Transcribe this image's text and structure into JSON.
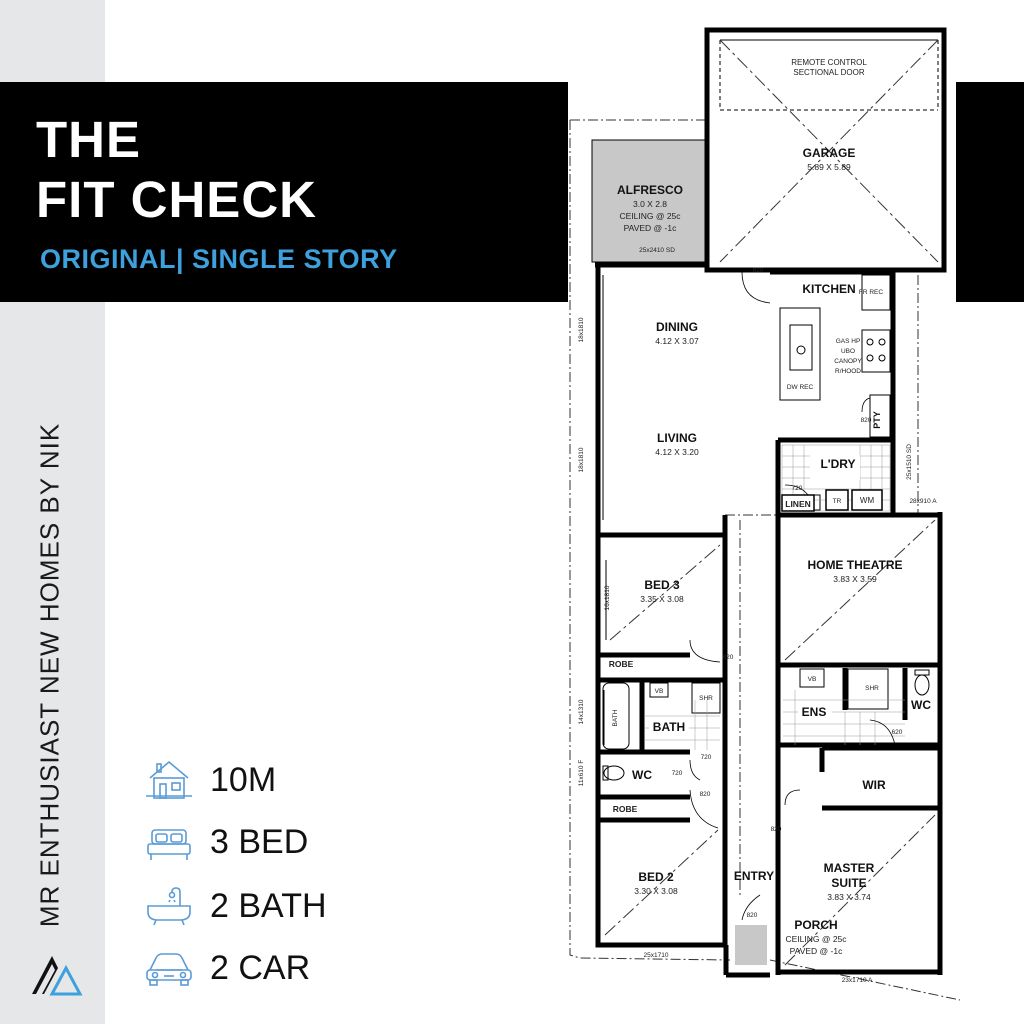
{
  "header": {
    "title_line1": "THE",
    "title_line2": "FIT CHECK",
    "subtitle": "ORIGINAL| SINGLE STORY"
  },
  "sidebar": {
    "vertical_text": "MR ENTHUSIAST NEW HOMES BY NIK"
  },
  "specs": [
    {
      "icon": "house-width-icon",
      "label": "10M"
    },
    {
      "icon": "bed-icon",
      "label": "3 BED"
    },
    {
      "icon": "bathtub-icon",
      "label": "2 BATH"
    },
    {
      "icon": "car-icon",
      "label": "2 CAR"
    }
  ],
  "colors": {
    "banner": "#000000",
    "accent": "#3ea0dd",
    "sidebar": "#e6e7e8",
    "icon": "#5b9bd5",
    "alfresco_fill": "#c8c8c8"
  },
  "plan": {
    "rooms": {
      "garage": {
        "name": "GARAGE",
        "dims": "5.89 X 5.89"
      },
      "garage_door": {
        "line1": "REMOTE CONTROL",
        "line2": "SECTIONAL DOOR"
      },
      "alfresco": {
        "name": "ALFRESCO",
        "dims": "3.0 X 2.8",
        "line3": "CEILING @ 25c",
        "line4": "PAVED @ -1c"
      },
      "kitchen": {
        "name": "KITCHEN"
      },
      "dining": {
        "name": "DINING",
        "dims": "4.12 X 3.07"
      },
      "living": {
        "name": "LIVING",
        "dims": "4.12 X 3.20"
      },
      "laundry": {
        "name": "L'DRY"
      },
      "linen": {
        "name": "LINEN"
      },
      "pantry": {
        "name": "PTY"
      },
      "home_theatre": {
        "name": "HOME THEATRE",
        "dims": "3.83 X 3.59"
      },
      "bed3": {
        "name": "BED 3",
        "dims": "3.35 X 3.08"
      },
      "robe3": {
        "name": "ROBE"
      },
      "bath": {
        "name": "BATH"
      },
      "bath_tub": {
        "name": "BATH"
      },
      "wc": {
        "name": "WC"
      },
      "ens": {
        "name": "ENS"
      },
      "ens_wc": {
        "name": "WC"
      },
      "wir": {
        "name": "WIR"
      },
      "robe2": {
        "name": "ROBE"
      },
      "bed2": {
        "name": "BED 2",
        "dims": "3.30 X 3.08"
      },
      "entry": {
        "name": "ENTRY"
      },
      "master": {
        "line1": "MASTER",
        "line2": "SUITE",
        "dims": "3.83 X 3.74"
      },
      "porch": {
        "name": "PORCH",
        "line2": "CEILING @ 25c",
        "line3": "PAVED @ -1c"
      }
    },
    "fixtures": {
      "fr_rec": "FR REC",
      "gas_hp": "GAS HP",
      "ubo": "UBO",
      "canopy": "CANOPY",
      "rhood": "R/HOOD",
      "dw_rec": "DW REC",
      "tr": "TR",
      "wm": "WM",
      "vb": "VB",
      "shr": "SHR"
    },
    "labels": {
      "door_820": "820",
      "door_720": "720",
      "door_620": "620",
      "win_alfresco": "25x2410 SD",
      "win_dining": "18x1810",
      "win_living": "18x1810",
      "win_bed3": "16x1810",
      "win_bath": "14x1310",
      "win_wc": "11x610 F",
      "win_bed2": "25x1710",
      "win_master": "23x1710 A",
      "win_laundry": "25x1510 SD",
      "win_laundry2": "28x910 A"
    }
  }
}
